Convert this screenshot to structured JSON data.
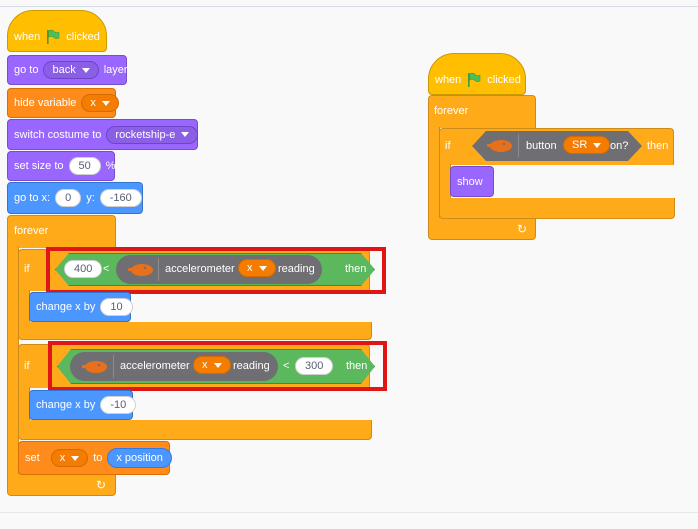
{
  "script1": {
    "when_label": "when",
    "clicked_label": "clicked",
    "goto_label": "go to",
    "goto_value": "back",
    "layer_label": "layer",
    "hide_var_label": "hide variable",
    "hide_var_value": "x",
    "switch_label": "switch costume to",
    "costume_value": "rocketship-e",
    "size_label": "set size to",
    "size_value": "50",
    "size_unit": "%",
    "gotoxy_label": "go to x:",
    "x_value": "0",
    "y_label": "y:",
    "y_value": "-160",
    "forever_label": "forever",
    "if1": {
      "if_label": "if",
      "left_value": "400",
      "op": "<",
      "sensor_label": "accelerometer",
      "axis_value": "x",
      "reading_label": "reading",
      "then_label": "then",
      "change_label": "change x by",
      "change_value": "10"
    },
    "if2": {
      "if_label": "if",
      "sensor_label": "accelerometer",
      "axis_value": "x",
      "reading_label": "reading",
      "op": "<",
      "right_value": "300",
      "then_label": "then",
      "change_label": "change x by",
      "change_value": "-10"
    },
    "set_label": "set",
    "set_var_value": "x",
    "to_label": "to",
    "xpos_label": "x position",
    "loop_arrow": "↻"
  },
  "script2": {
    "when_label": "when",
    "clicked_label": "clicked",
    "forever_label": "forever",
    "if_label": "if",
    "button_label": "button",
    "button_value": "SR",
    "on_label": "on?",
    "then_label": "then",
    "show_label": "show",
    "loop_arrow": "↻"
  },
  "colors": {
    "events": "#ffbf00",
    "looks": "#9966ff",
    "motion": "#4c97ff",
    "control": "#ffab19",
    "variables": "#ff8c1a",
    "extension": "#5cb85c",
    "highlight": "#e01515",
    "flag": "#4cbf56"
  }
}
